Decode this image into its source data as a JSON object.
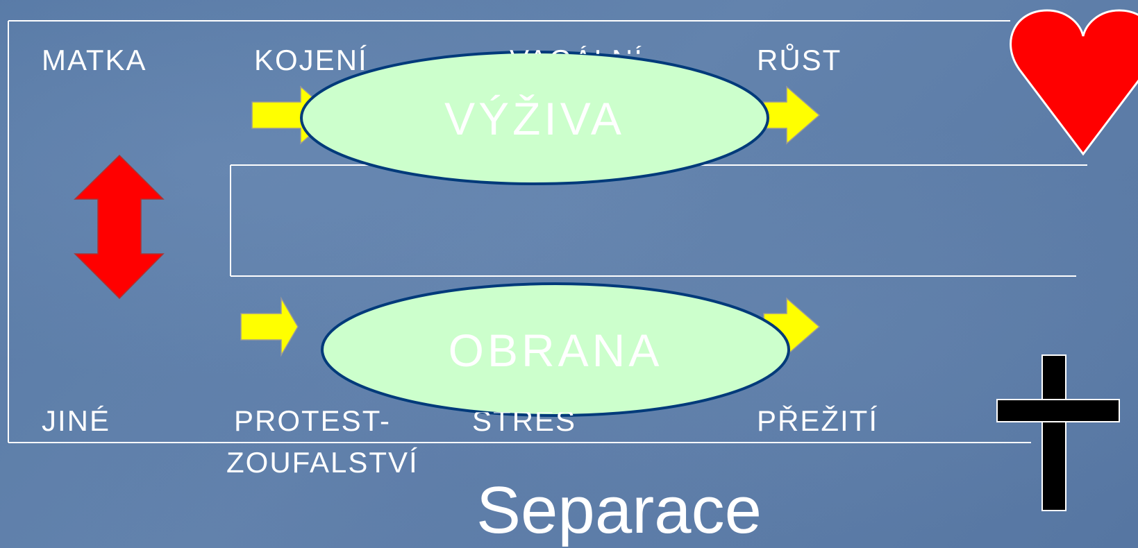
{
  "labels": {
    "top": [
      "MATKA",
      "KOJENÍ",
      "VAGÁLNÍ",
      "RŮST"
    ],
    "bottom": [
      "JINÉ",
      "PROTEST-",
      "STRES",
      "PŘEŽITÍ"
    ],
    "bottom_second_line": "ZOUFALSTVÍ"
  },
  "ovals": {
    "top": "VÝŽIVA",
    "bottom": "OBRANA"
  },
  "title": "Separace",
  "symbols": [
    "heart-icon",
    "cross-icon",
    "double-arrow-icon",
    "right-arrow-icon"
  ],
  "colors": {
    "background": "#5b7aa6",
    "oval_fill": "#ccffcc",
    "oval_stroke": "#003a7a",
    "arrow_yellow": "#ffff00",
    "arrow_red": "#ff0000",
    "heart": "#ff0000",
    "cross": "#000000",
    "text": "#ffffff"
  }
}
